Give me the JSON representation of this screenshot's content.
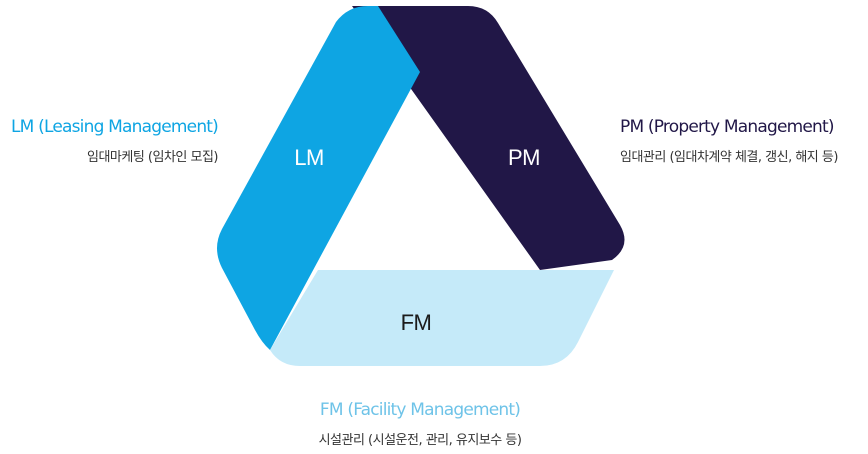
{
  "segments": {
    "lm": {
      "label": "LM",
      "color": "#0ea5e3",
      "label_color": "#ffffff"
    },
    "pm": {
      "label": "PM",
      "color": "#211747",
      "label_color": "#ffffff"
    },
    "fm": {
      "label": "FM",
      "color": "#c5eaf9",
      "label_color": "#1b1b1b"
    }
  },
  "captions": {
    "lm": {
      "title": "LM (Leasing Management)",
      "desc": "임대마케팅 (임차인 모집)",
      "title_color": "#0ea5e3"
    },
    "pm": {
      "title": "PM (Property Management)",
      "desc": "임대관리 (임대차계약 체결, 갱신, 해지 등)",
      "title_color": "#211747"
    },
    "fm": {
      "title": "FM (Facility Management)",
      "desc": "시설관리 (시설운전, 관리, 유지보수 등)",
      "title_color": "#6ec3e8"
    }
  }
}
